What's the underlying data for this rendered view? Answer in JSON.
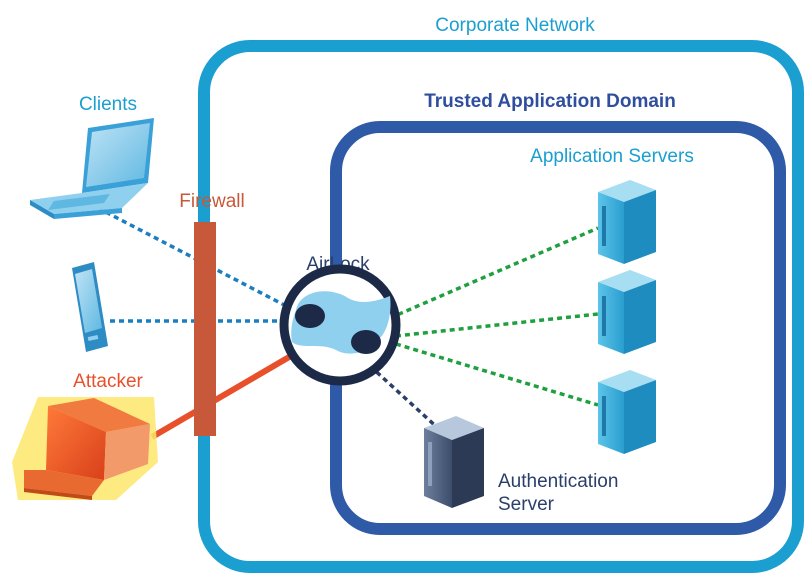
{
  "labels": {
    "corporate_network": "Corporate Network",
    "trusted_domain": "Trusted Application Domain",
    "application_servers": "Application Servers",
    "clients": "Clients",
    "firewall": "Firewall",
    "airlock": "AirLock",
    "attacker": "Attacker",
    "auth_line1": "Authentication",
    "auth_line2": "Server"
  },
  "colors": {
    "corporate_border": "#1a9fd0",
    "trusted_border": "#2f5aa8",
    "label_blue": "#1a9fd0",
    "label_dark_blue": "#2f4f9e",
    "firewall": "#c8583a",
    "attacker": "#e8502a",
    "client_link": "#1a7fc0",
    "server_link": "#1fa040",
    "auth_link": "#2a3f6a"
  },
  "icons": {
    "client_laptop": "laptop-icon",
    "client_tablet": "tablet-icon",
    "attacker_laptop": "laptop-icon",
    "airlock": "airlock-hub-icon",
    "app_server": "server-tower-icon",
    "auth_server": "server-tower-icon"
  }
}
